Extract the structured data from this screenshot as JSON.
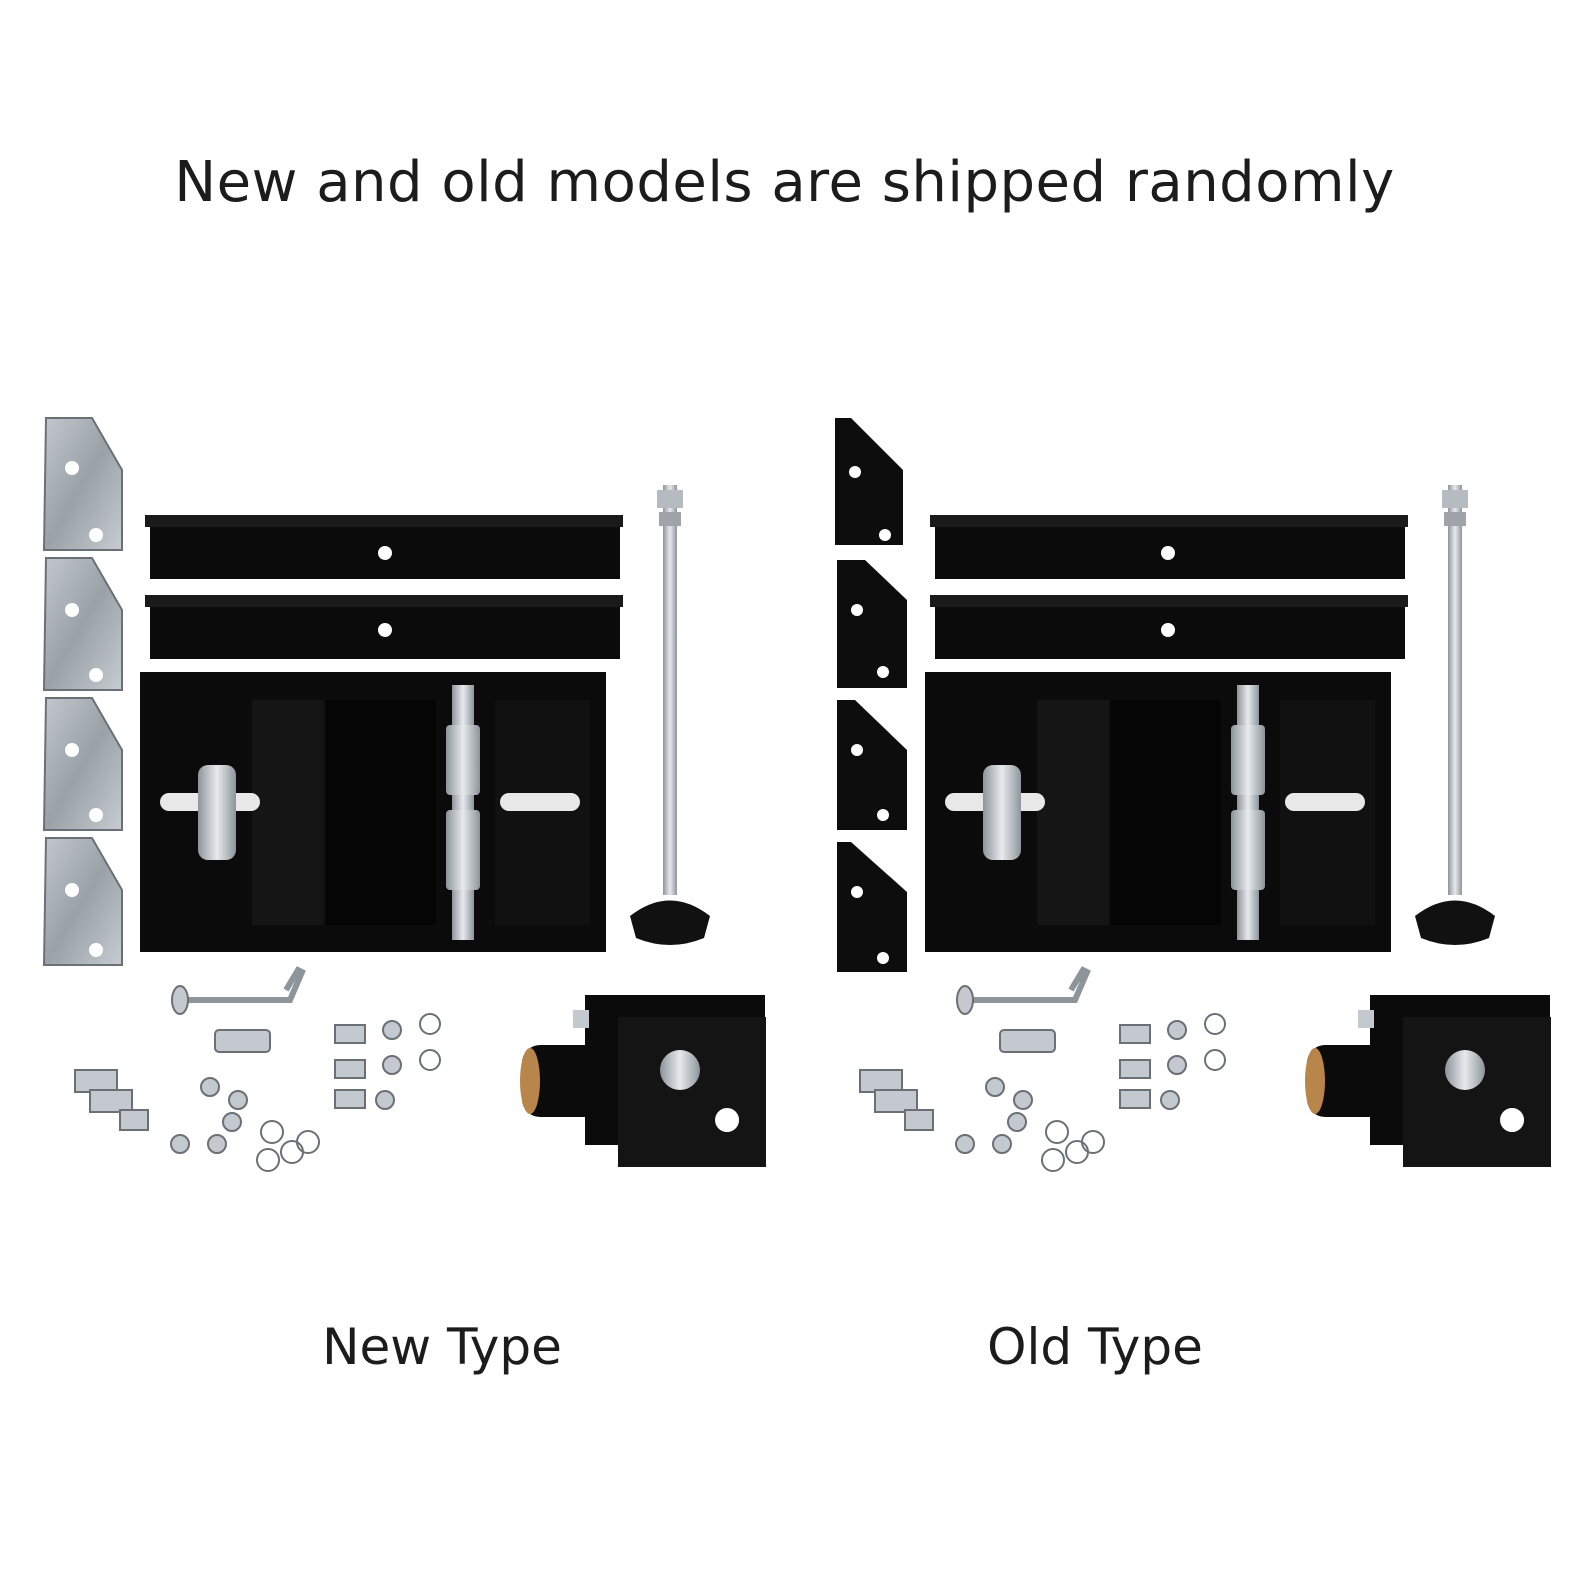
{
  "headline": "New and old models are shipped randomly",
  "kits": [
    {
      "label": "New Type",
      "gusset_color": "#a9b0b6"
    },
    {
      "label": "Old Type",
      "gusset_color": "#0d0d0d"
    }
  ],
  "colors": {
    "steel_black": "#0b0b0b",
    "zinc": "#c9ced3",
    "zinc_dark": "#8d949a"
  }
}
